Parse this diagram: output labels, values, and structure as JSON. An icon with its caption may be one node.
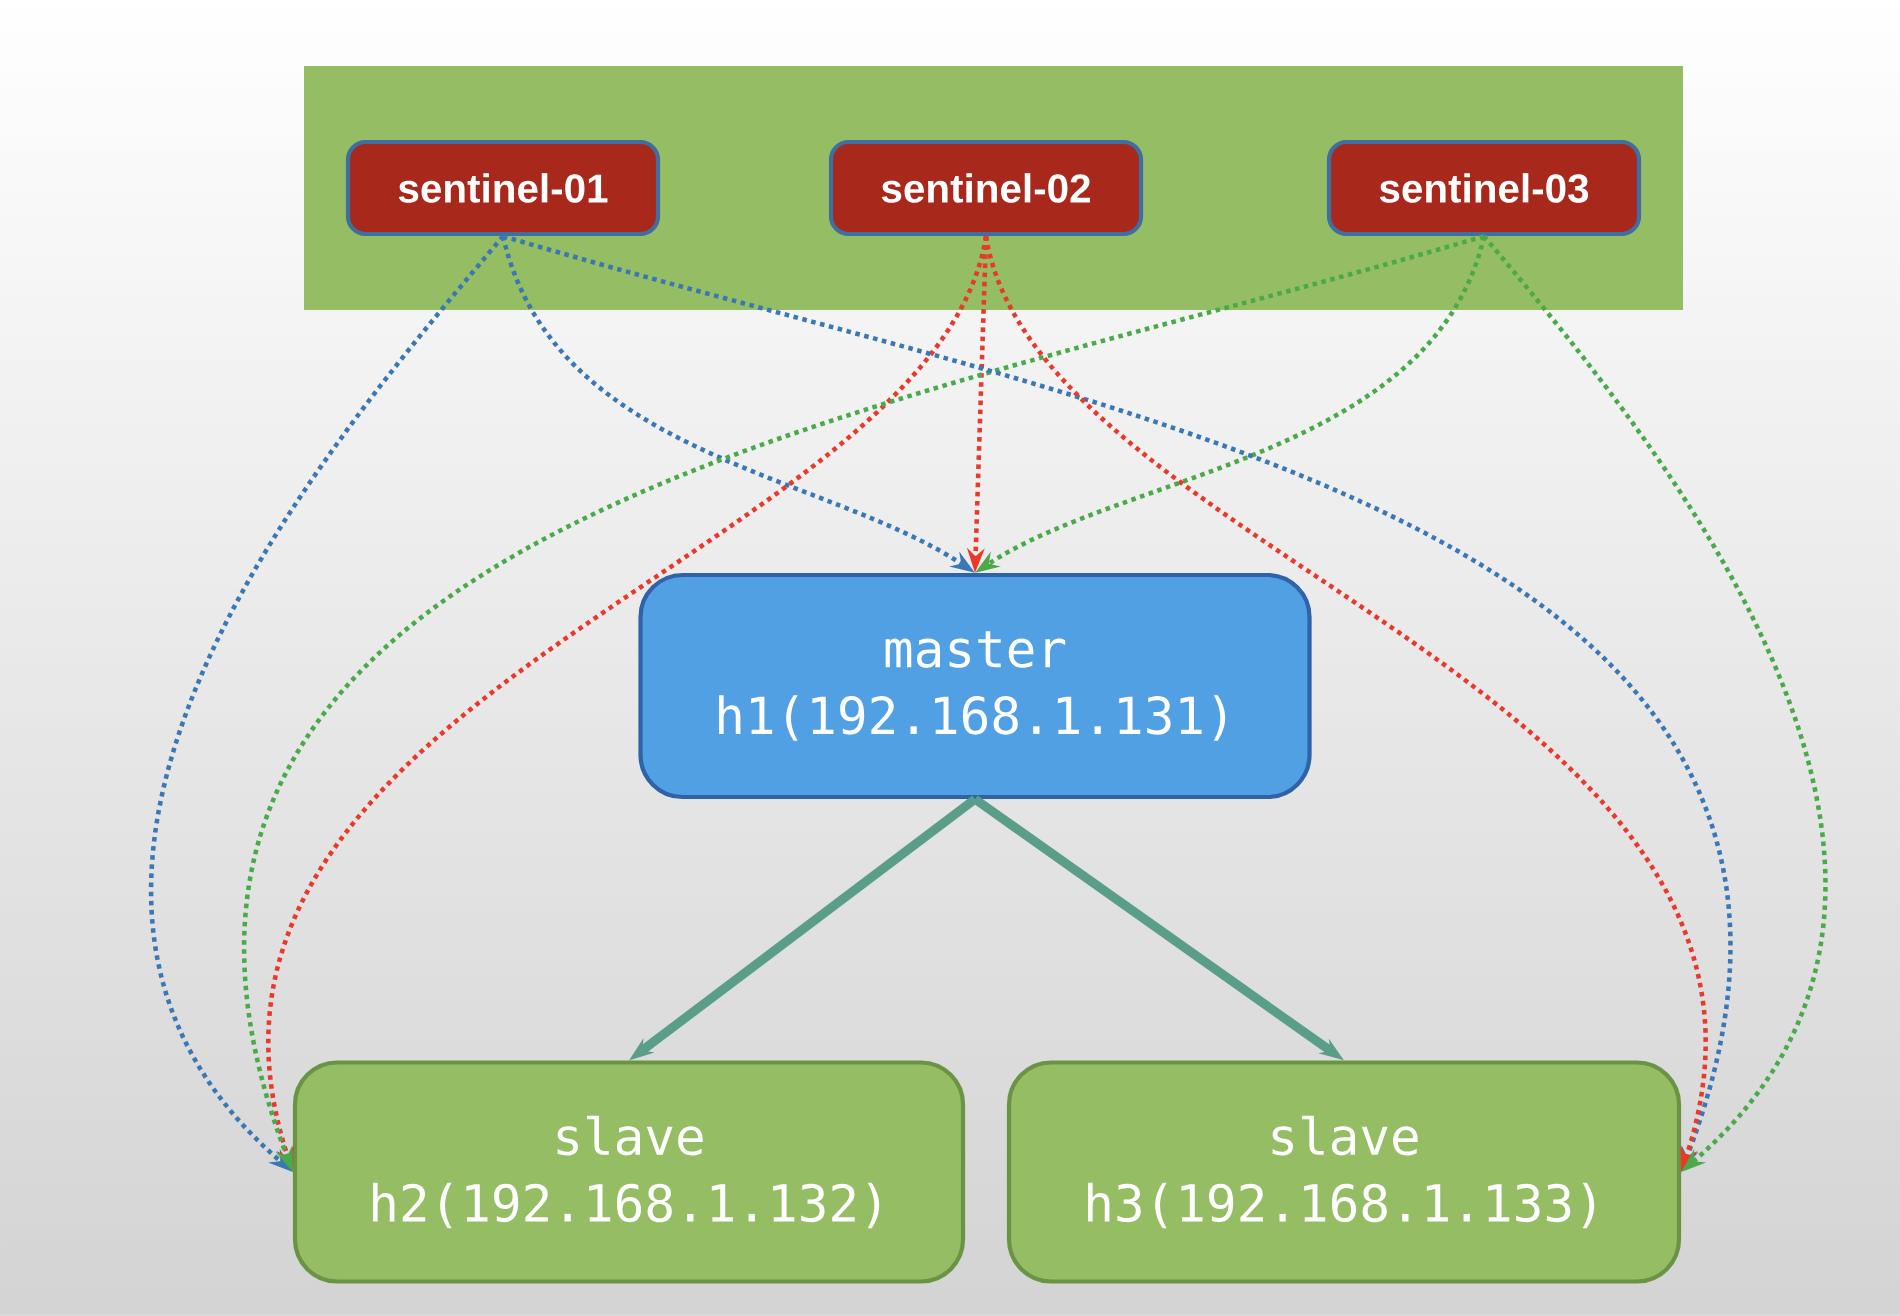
{
  "diagram": {
    "nodes": [
      {
        "text": [],
        "shape": "box"
      },
      {
        "text": [
          "sentinel-01"
        ],
        "in": 0
      },
      {
        "text": [
          "sentinel-02"
        ],
        "in": 0
      },
      {
        "text": [
          "sentinel-03"
        ],
        "in": 0
      },
      {
        "text": [
          "master",
          "h1(192.168.1.131)"
        ]
      },
      {
        "text": [
          "slave",
          "h2(192.168.1.132)"
        ]
      },
      {
        "text": [
          "slave",
          "h3(192.168.1.133)"
        ]
      }
    ],
    "edges": [
      {
        "from": 1,
        "to": 4,
        "arrow": "to",
        "style": "dashed",
        "color": "#3a78b5"
      },
      {
        "from": 2,
        "to": 4,
        "arrow": "to",
        "style": "dashed",
        "color": "#e8392a"
      },
      {
        "from": 3,
        "to": 4,
        "arrow": "to",
        "style": "dashed",
        "color": "#4aaa4a"
      },
      {
        "from": 1,
        "to": 5,
        "arrow": "to",
        "style": "dashed",
        "color": "#3a78b5"
      },
      {
        "from": 2,
        "to": 5,
        "arrow": "to",
        "style": "dashed",
        "color": "#e8392a"
      },
      {
        "from": 3,
        "to": 5,
        "arrow": "to",
        "style": "dashed",
        "color": "#4aaa4a"
      },
      {
        "from": 1,
        "to": 6,
        "arrow": "to",
        "style": "dashed",
        "color": "#3a78b5"
      },
      {
        "from": 2,
        "to": 6,
        "arrow": "to",
        "style": "dashed",
        "color": "#e8392a"
      },
      {
        "from": 3,
        "to": 6,
        "arrow": "to",
        "style": "dashed",
        "color": "#4aaa4a"
      },
      {
        "from": 4,
        "to": 5,
        "arrow": "to",
        "style": "thick",
        "color": "#5a9e8a"
      },
      {
        "from": 4,
        "to": 6,
        "arrow": "to",
        "style": "thick",
        "color": "#5a9e8a"
      }
    ]
  }
}
